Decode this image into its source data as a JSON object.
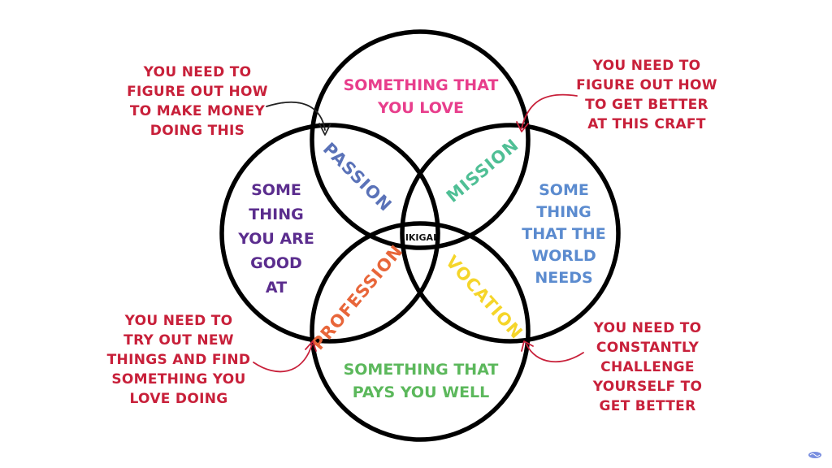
{
  "colors": {
    "notes": "#c8203a",
    "love": "#e83e8c",
    "good_at": "#5b2d8e",
    "world_needs": "#5b8bcf",
    "pays": "#5cb85c",
    "passion": "#5a72b8",
    "mission": "#4fbf95",
    "profession": "#e8663a",
    "vocation": "#f5d52a",
    "outline": "#000000"
  },
  "circles": {
    "love": {
      "lines": [
        "SOMETHING THAT",
        "YOU LOVE"
      ]
    },
    "good_at": {
      "lines": [
        "SOME",
        "THING",
        "YOU ARE",
        "GOOD",
        "AT"
      ]
    },
    "world_needs": {
      "lines": [
        "SOME",
        "THING",
        "THAT THE",
        "WORLD",
        "NEEDS"
      ]
    },
    "pays": {
      "lines": [
        "SOMETHING THAT",
        "PAYS YOU WELL"
      ]
    }
  },
  "overlaps": {
    "passion": "PASSION",
    "mission": "MISSION",
    "profession": "PROFESSION",
    "vocation": "VOCATION",
    "center": "IKIGAI"
  },
  "notes": {
    "top_left": {
      "lines": [
        "YOU NEED TO",
        "FIGURE OUT HOW",
        "TO MAKE MONEY",
        "DOING THIS"
      ]
    },
    "top_right": {
      "lines": [
        "YOU NEED TO",
        "FIGURE OUT HOW",
        "TO GET BETTER",
        "AT THIS CRAFT"
      ]
    },
    "bottom_left": {
      "lines": [
        "YOU NEED TO",
        "TRY OUT NEW",
        "THINGS AND FIND",
        "SOMETHING YOU",
        "LOVE DOING"
      ]
    },
    "bottom_right": {
      "lines": [
        "YOU NEED TO",
        "CONSTANTLY",
        "CHALLENGE",
        "YOURSELF TO",
        "GET BETTER"
      ]
    }
  },
  "corner_logo": {
    "icon": "watermark-logo-icon"
  }
}
